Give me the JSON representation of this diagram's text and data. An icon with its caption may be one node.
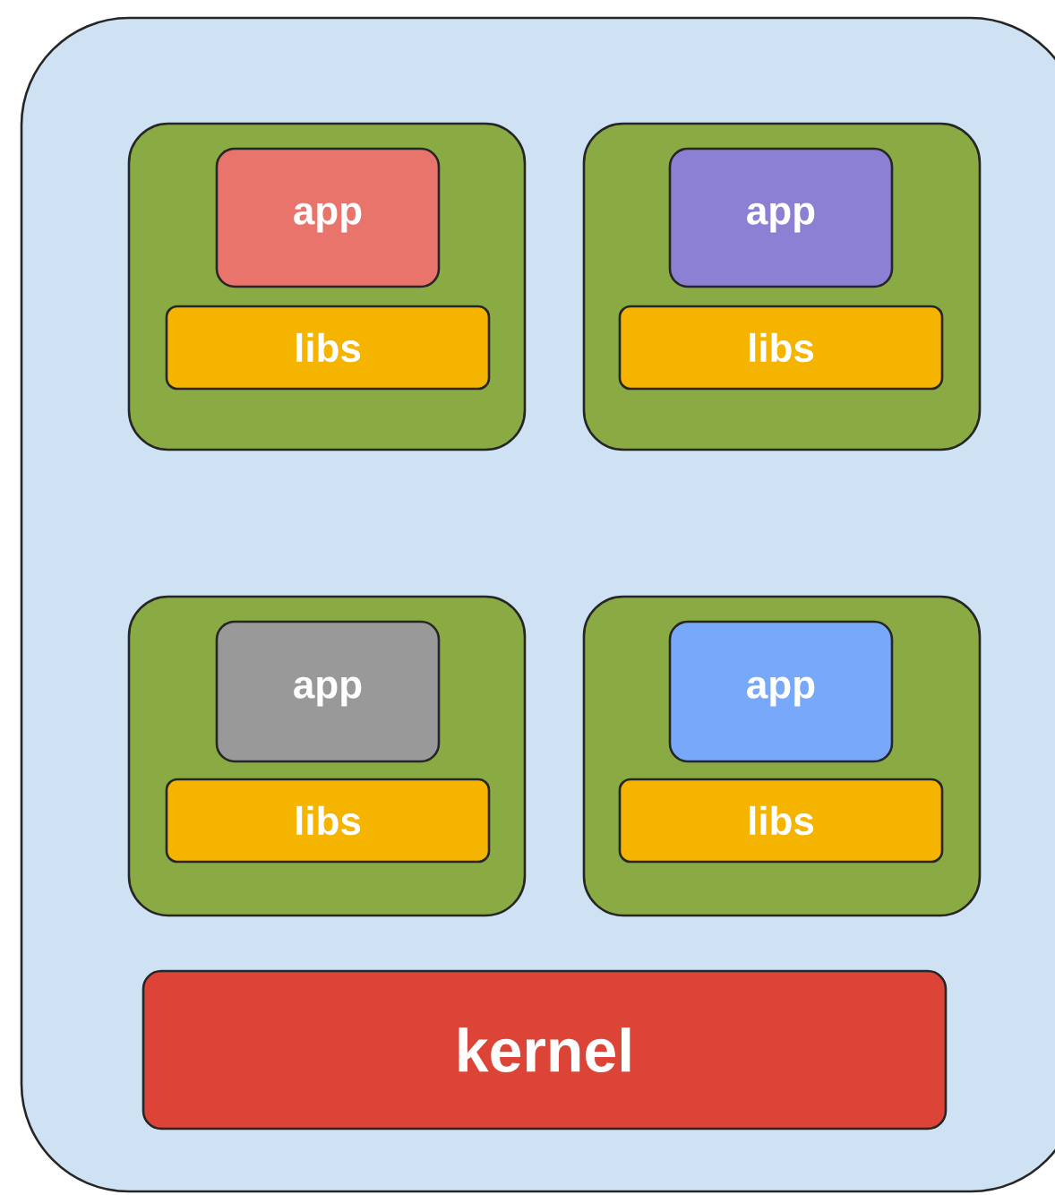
{
  "diagram": {
    "nodes": [
      {
        "text": [],
        "shape": "box"
      },
      {
        "text": [],
        "shape": "box",
        "in": 0
      },
      {
        "text": [
          "app"
        ],
        "in": 1
      },
      {
        "text": [
          "libs"
        ],
        "in": 1
      },
      {
        "text": [],
        "shape": "box",
        "in": 0
      },
      {
        "text": [
          "app"
        ],
        "in": 4
      },
      {
        "text": [
          "libs"
        ],
        "in": 4
      },
      {
        "text": [],
        "shape": "box",
        "in": 0
      },
      {
        "text": [
          "app"
        ],
        "in": 7
      },
      {
        "text": [
          "libs"
        ],
        "in": 7
      },
      {
        "text": [],
        "shape": "box",
        "in": 0
      },
      {
        "text": [
          "app"
        ],
        "in": 10
      },
      {
        "text": [
          "libs"
        ],
        "in": 10
      },
      {
        "text": [
          "kernel"
        ],
        "in": 0
      }
    ]
  }
}
